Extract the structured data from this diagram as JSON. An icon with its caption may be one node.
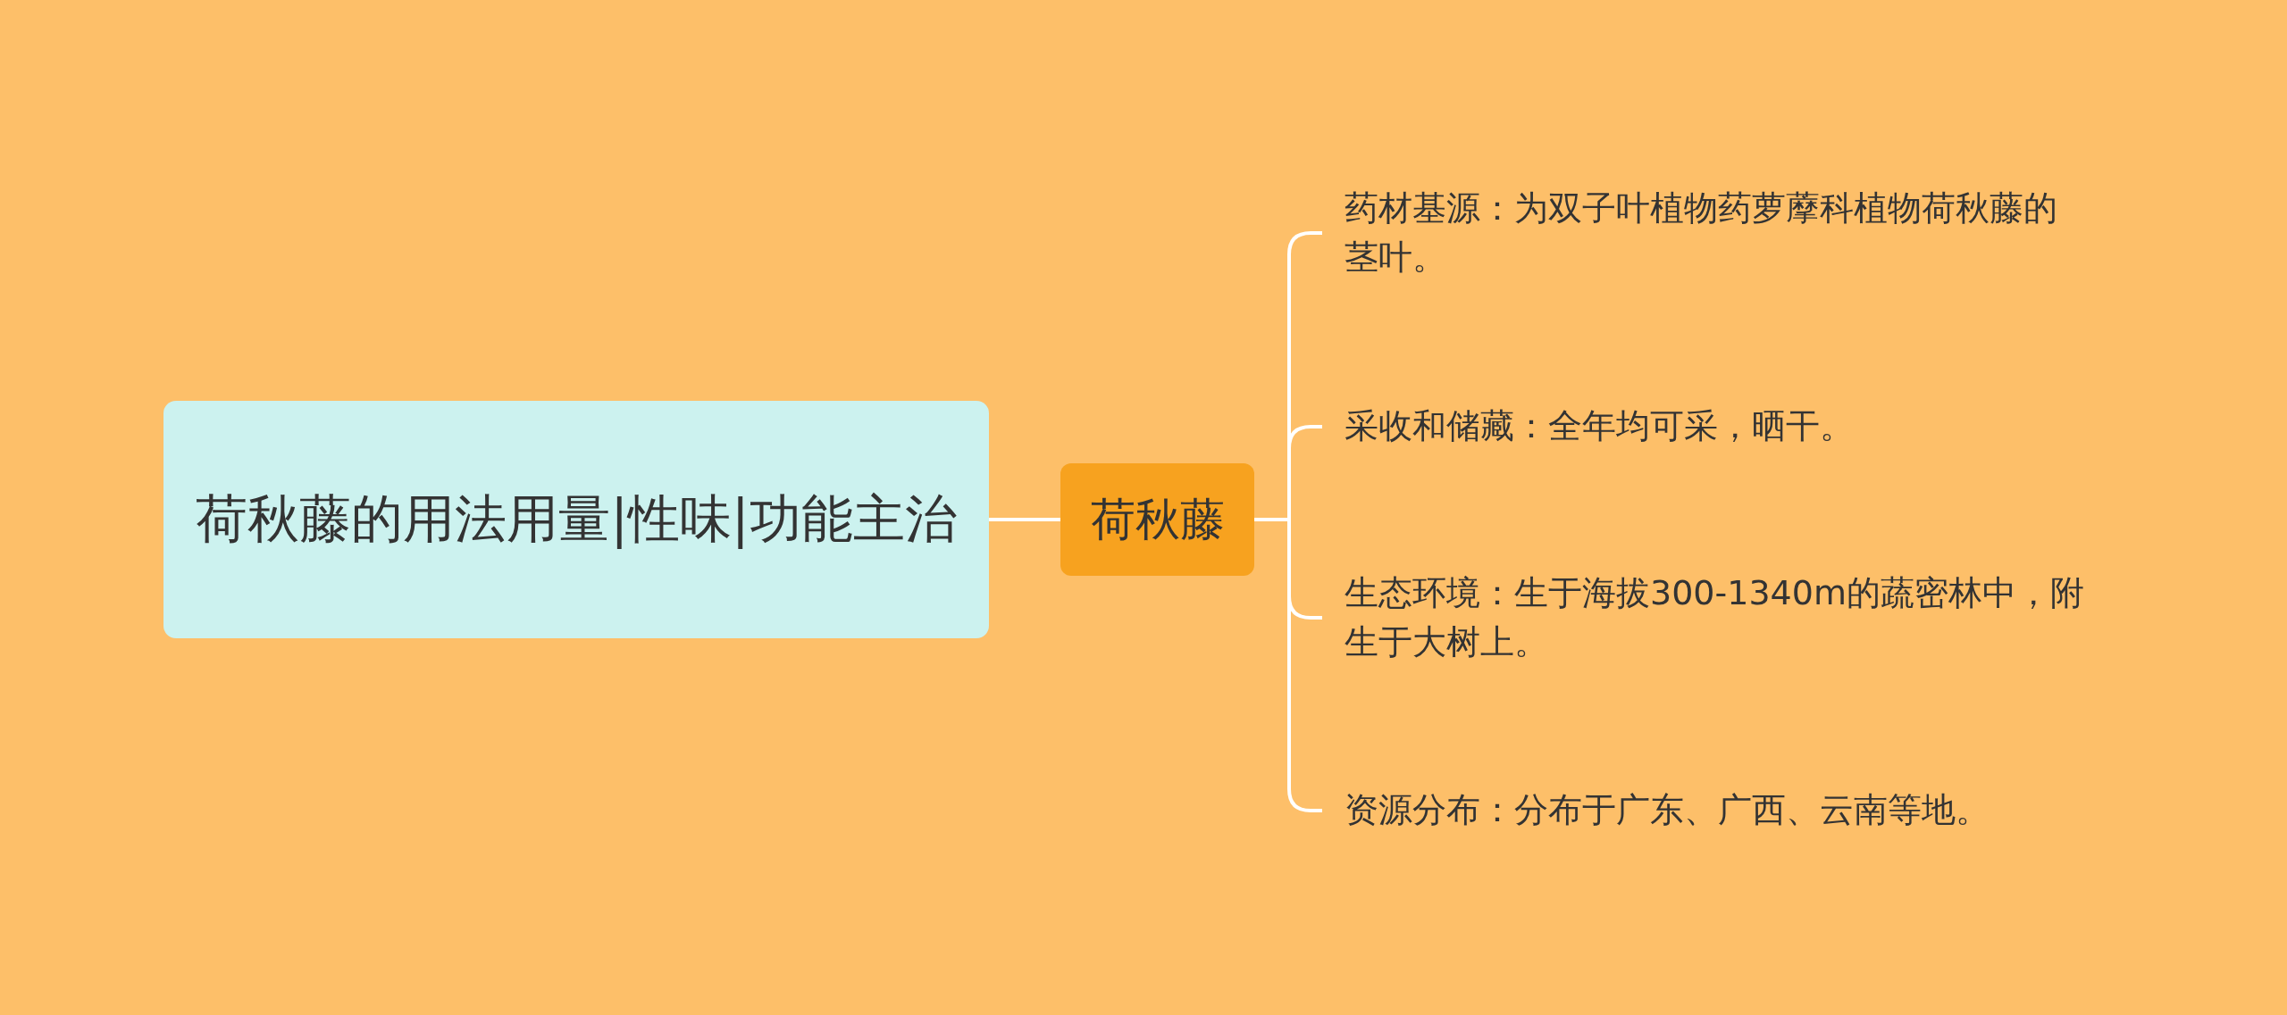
{
  "diagram": {
    "nodes": [
      {
        "text": [
          "荷秋藤的用法用量|性味|功能主治"
        ]
      },
      {
        "text": [
          "荷秋藤"
        ]
      },
      {
        "text": [
          "药材基源：为双子叶植物药萝藦科植物荷秋藤的茎叶。"
        ]
      },
      {
        "text": [
          "采收和储藏：全年均可采，晒干。"
        ]
      },
      {
        "text": [
          "生态环境：生于海拔300-1340m的蔬密林中，附生于大树上。"
        ]
      },
      {
        "text": [
          "资源分布：分布于广东、广西、云南等地。"
        ]
      }
    ],
    "edges": [
      {
        "from": 0,
        "to": 1,
        "arrow": "none"
      },
      {
        "from": 1,
        "to": 2,
        "arrow": "none"
      },
      {
        "from": 1,
        "to": 3,
        "arrow": "none"
      },
      {
        "from": 1,
        "to": 4,
        "arrow": "none"
      },
      {
        "from": 1,
        "to": 5,
        "arrow": "none"
      }
    ]
  }
}
